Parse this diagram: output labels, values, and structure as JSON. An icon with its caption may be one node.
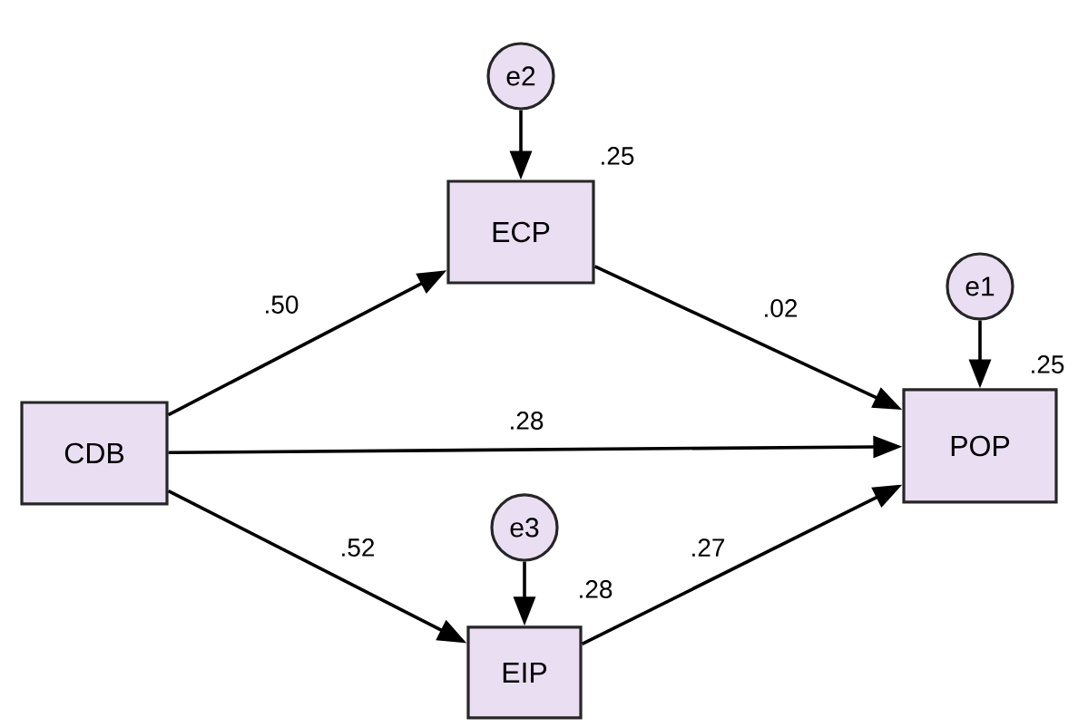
{
  "diagram": {
    "nodes": [
      {
        "text": [
          "CDB"
        ]
      },
      {
        "text": [
          "e2"
        ]
      },
      {
        "text": [
          "ECP"
        ],
        "beside": [
          ".25"
        ]
      },
      {
        "text": [
          "e1"
        ]
      },
      {
        "text": [
          "POP"
        ],
        "beside": [
          ".25"
        ]
      },
      {
        "text": [
          "e3"
        ]
      },
      {
        "text": [
          "EIP"
        ],
        "beside": [
          ".28"
        ]
      }
    ],
    "edges": [
      {
        "from": 0,
        "to": 2,
        "arrow": "to",
        "label": ".50"
      },
      {
        "from": 2,
        "to": 4,
        "arrow": "to",
        "label": ".02"
      },
      {
        "from": 0,
        "to": 4,
        "arrow": "to",
        "label": ".28"
      },
      {
        "from": 0,
        "to": 6,
        "arrow": "to",
        "label": ".52"
      },
      {
        "from": 6,
        "to": 4,
        "arrow": "to",
        "label": ".27"
      },
      {
        "from": 1,
        "to": 2,
        "arrow": "to"
      },
      {
        "from": 3,
        "to": 4,
        "arrow": "to"
      },
      {
        "from": 5,
        "to": 6,
        "arrow": "to"
      }
    ]
  }
}
